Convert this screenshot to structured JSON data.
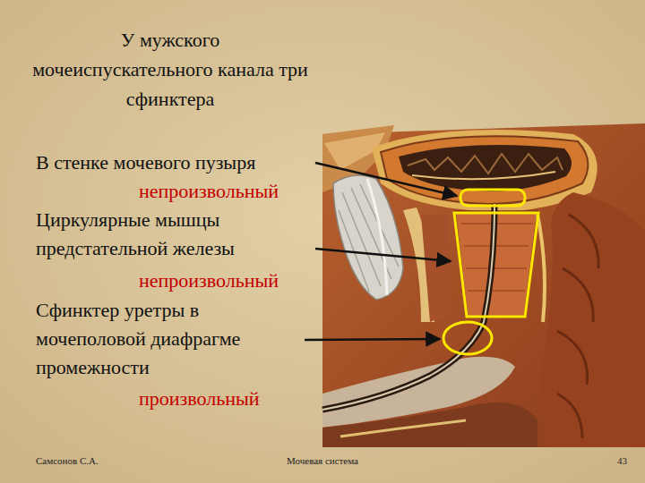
{
  "diagram": {
    "title": "У мужского мочеиспускательного канала три сфинктера",
    "labels": [
      "В стенке мочевого пузыря",
      "непроизвольный",
      "Циркулярные мышцы предстательной железы",
      "непроизвольный",
      "Сфинктер уретры в мочеполовой диафрагме промежности",
      "произвольный",
      "Самсонов С.А.",
      "Мочевая система",
      "43"
    ]
  }
}
